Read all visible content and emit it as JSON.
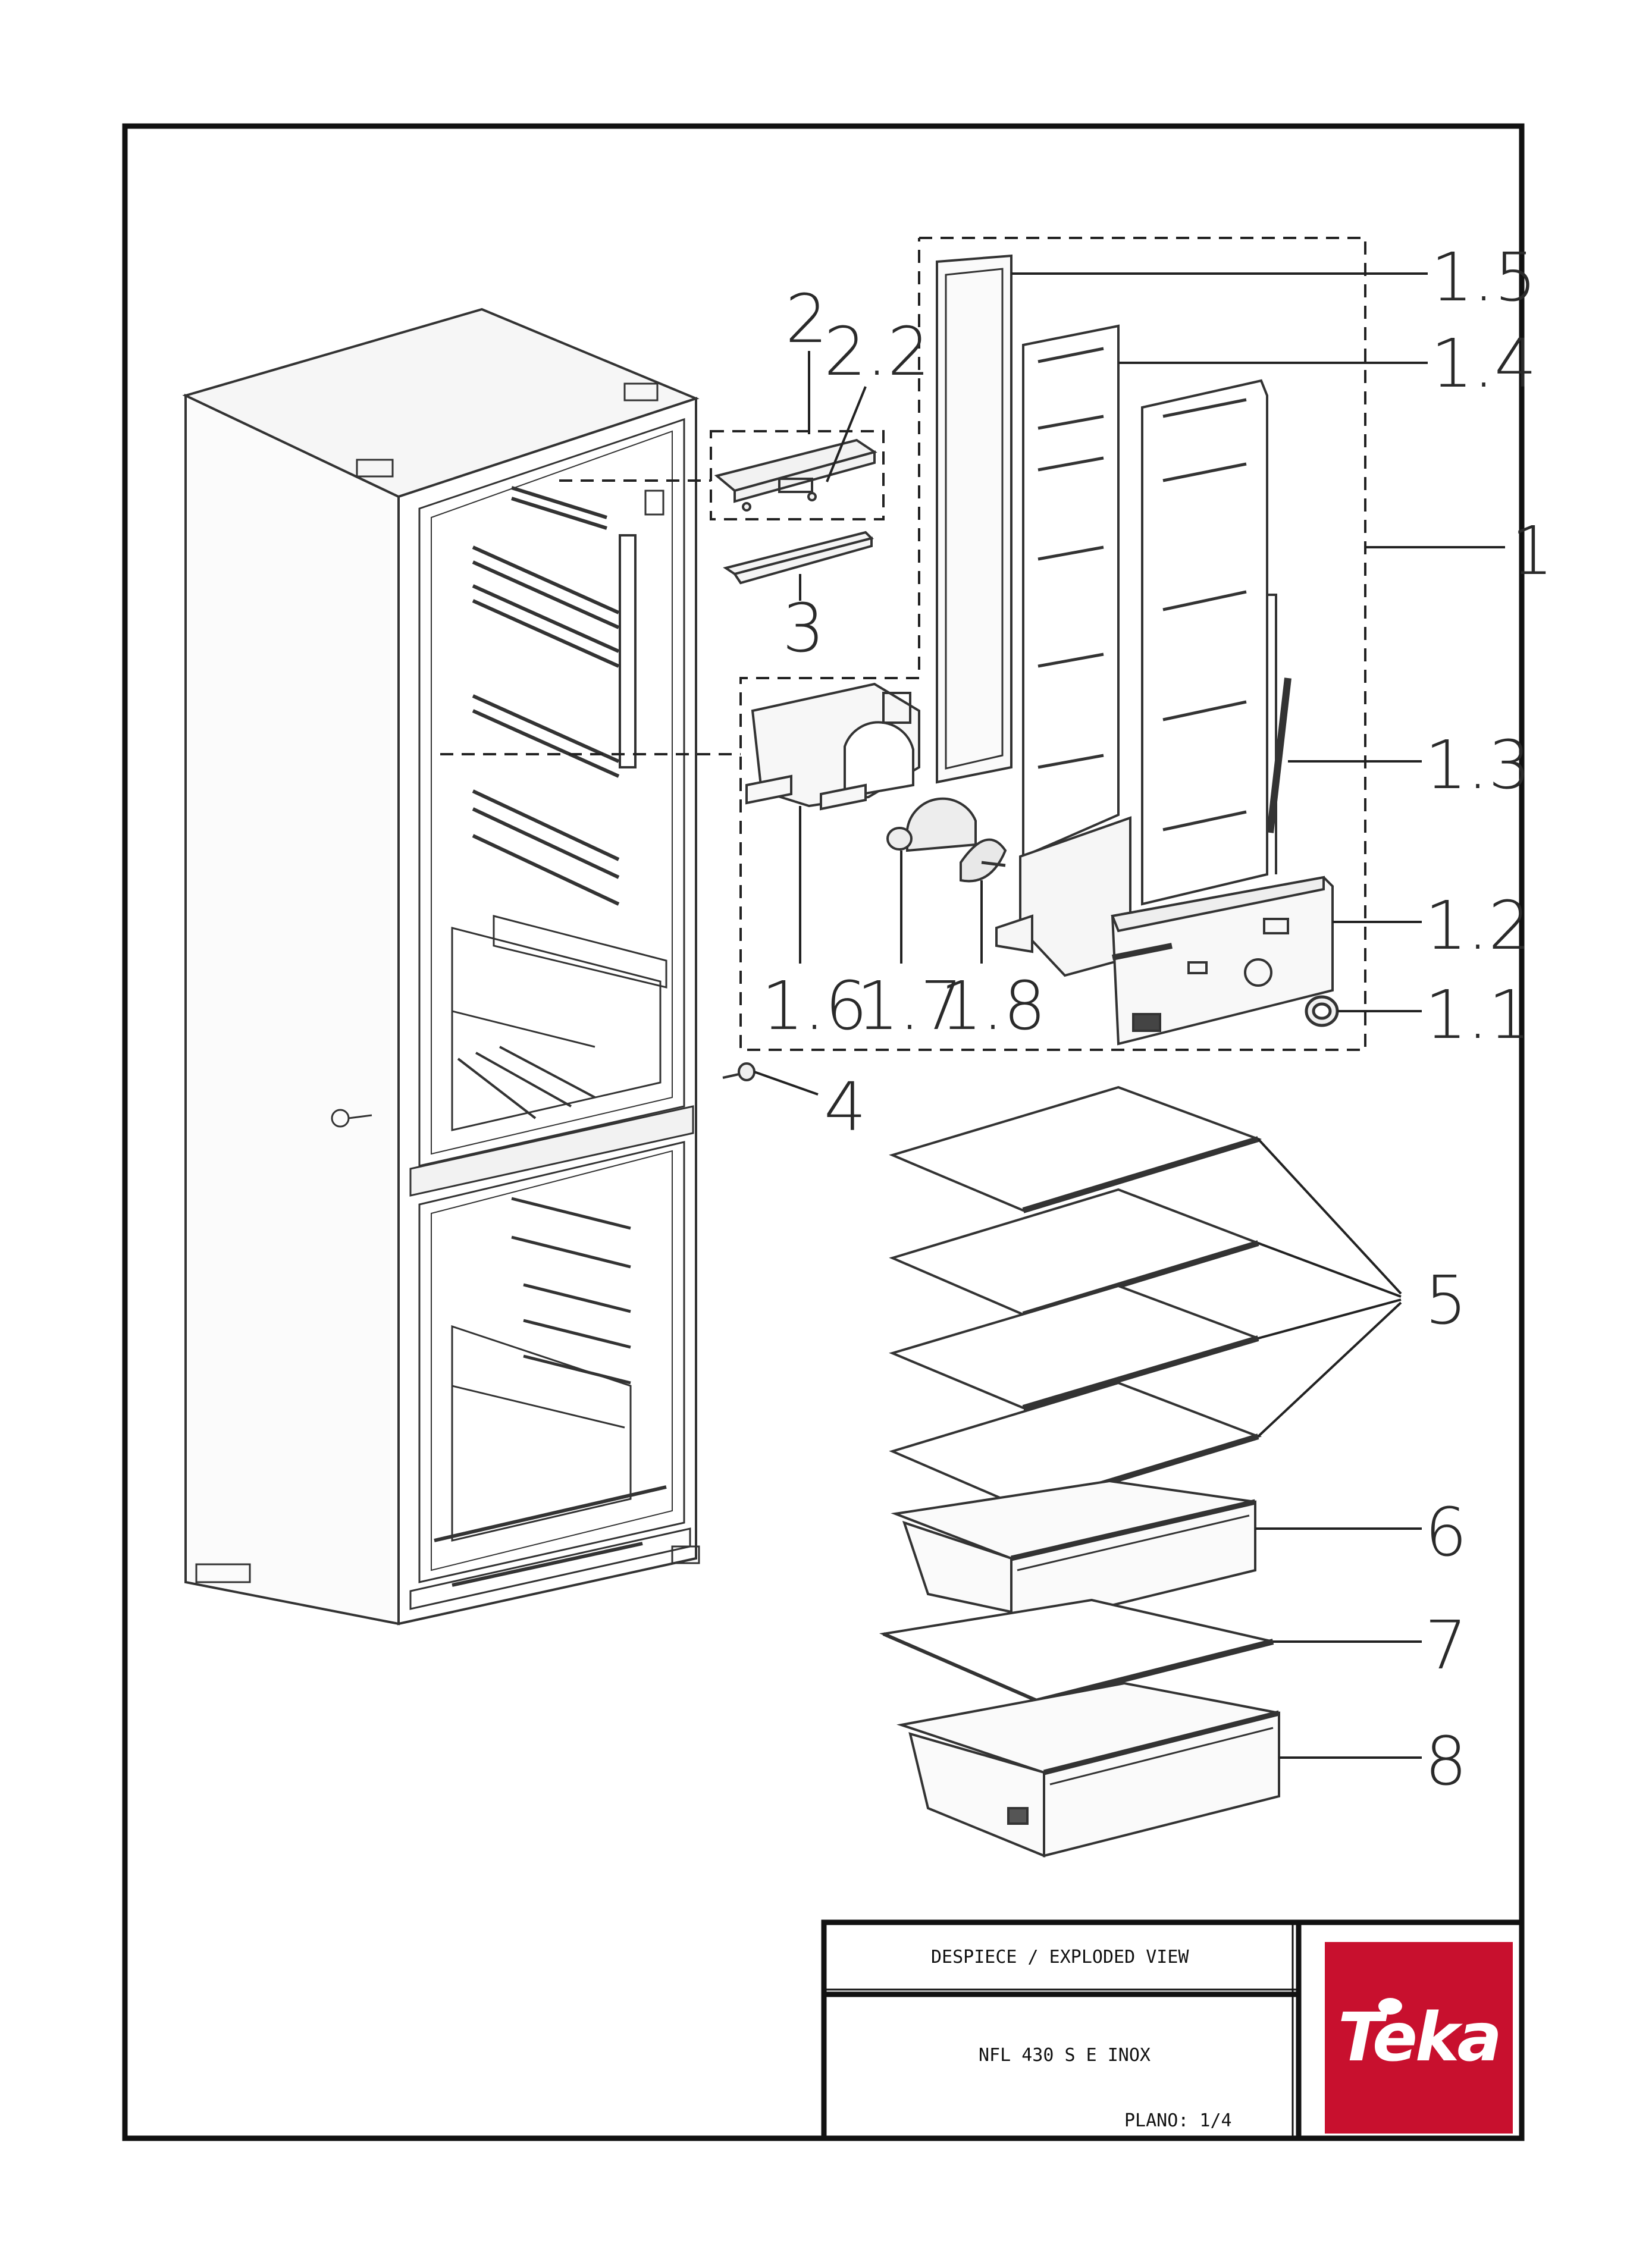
{
  "title_block": {
    "title": "DESPIECE / EXPLODED VIEW",
    "model": "NFL 430 S E INOX",
    "sheet": "PLANO: 1/4",
    "brand": "Teka",
    "brand_color": "#c8102e"
  },
  "callouts": {
    "c1": "1",
    "c1_1": "1.1",
    "c1_2": "1.2",
    "c1_3": "1.3",
    "c1_4": "1.4",
    "c1_5": "1.5",
    "c1_6": "1.6",
    "c1_7": "1.7",
    "c1_8": "1.8",
    "c2": "2",
    "c2_2": "2.2",
    "c3": "3",
    "c4": "4",
    "c5": "5",
    "c6": "6",
    "c7": "7",
    "c8": "8"
  }
}
